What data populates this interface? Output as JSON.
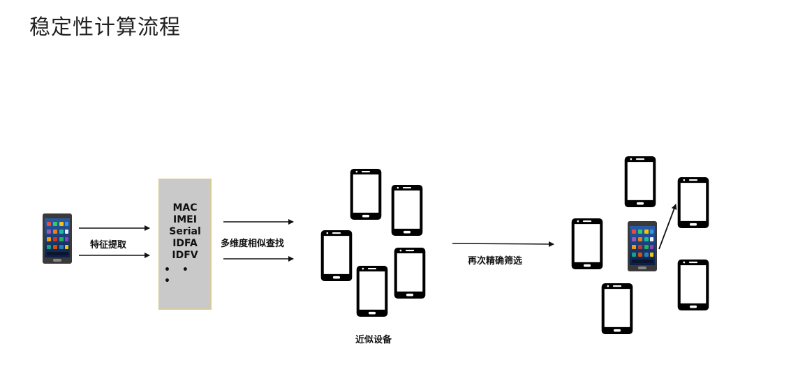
{
  "title": "稳定性计算流程",
  "labels": {
    "feature_extract": "特征提取",
    "multi_dim_search": "多维度相似查找",
    "similar_devices": "近似设备",
    "precise_filter": "再次精确筛选"
  },
  "features": {
    "items": [
      "MAC",
      "IMEI",
      "Serial",
      "IDFA",
      "IDFV"
    ],
    "ellipsis": "• • •"
  }
}
